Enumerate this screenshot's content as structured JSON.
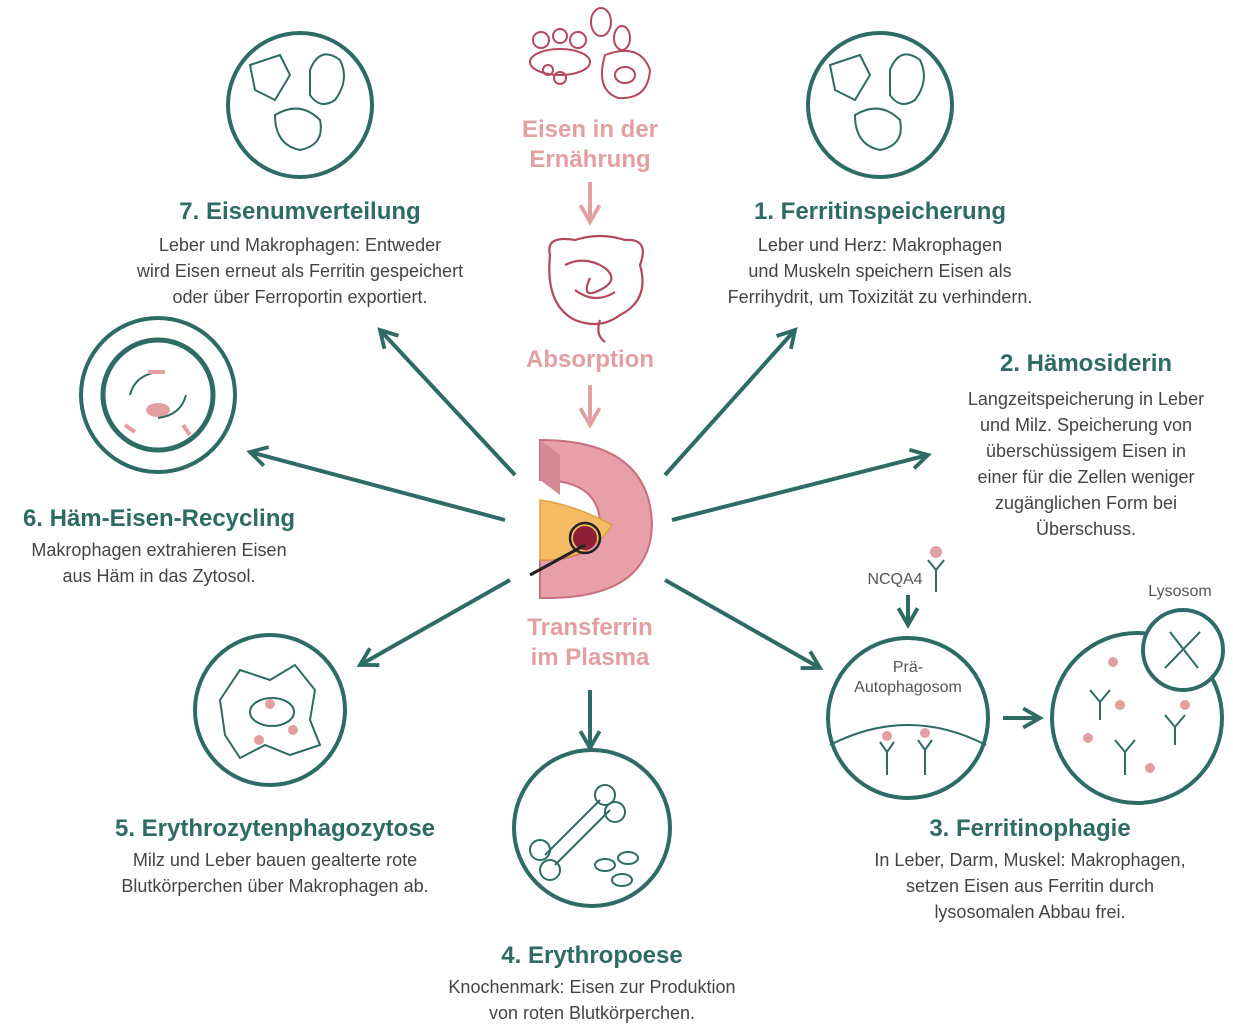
{
  "center": {
    "diet": [
      "Eisen in der",
      "Ernährung"
    ],
    "absorption": "Absorption",
    "transferrin": [
      "Transferrin",
      "im Plasma"
    ]
  },
  "steps": [
    {
      "title": "1. Ferritinspeicherung",
      "lines": [
        "Leber und Herz: Makrophagen",
        "und Muskeln speichern Eisen als",
        "Ferrihydrit, um Toxizität zu verhindern."
      ]
    },
    {
      "title": "2. Hämosiderin",
      "lines": [
        "Langzeitspeicherung in Leber",
        "und Milz. Speicherung von",
        "überschüssigem Eisen in",
        "einer für die Zellen weniger",
        "zugänglichen Form bei",
        "Überschuss."
      ]
    },
    {
      "title": "3. Ferritinophagie",
      "lines": [
        "In Leber, Darm, Muskel: Makrophagen,",
        "setzen Eisen aus Ferritin durch",
        "lysosomalen Abbau frei."
      ]
    },
    {
      "title": "4. Erythropoese",
      "lines": [
        "Knochenmark: Eisen zur Produktion",
        "von roten Blutkörperchen."
      ]
    },
    {
      "title": "5. Erythrozytenphagozytose",
      "lines": [
        "Milz und Leber bauen gealterte rote",
        "Blutkörperchen über Makrophagen ab."
      ]
    },
    {
      "title": "6. Häm-Eisen-Recycling",
      "lines": [
        "Makrophagen extrahieren Eisen",
        "aus Häm in das Zytosol."
      ]
    },
    {
      "title": "7. Eisenumverteilung",
      "lines": [
        "Leber und Makrophagen: Entweder",
        "wird Eisen erneut als Ferritin gespeichert",
        "oder über Ferroportin exportiert."
      ]
    }
  ],
  "labels": {
    "ncqa4": "NCQA4",
    "lysosom": "Lysosom",
    "preauto": [
      "Prä-",
      "Autophagosom"
    ]
  },
  "colors": {
    "teal": "#2e6b64",
    "pink": "#e3a0a0",
    "darkred": "#b5485b"
  }
}
